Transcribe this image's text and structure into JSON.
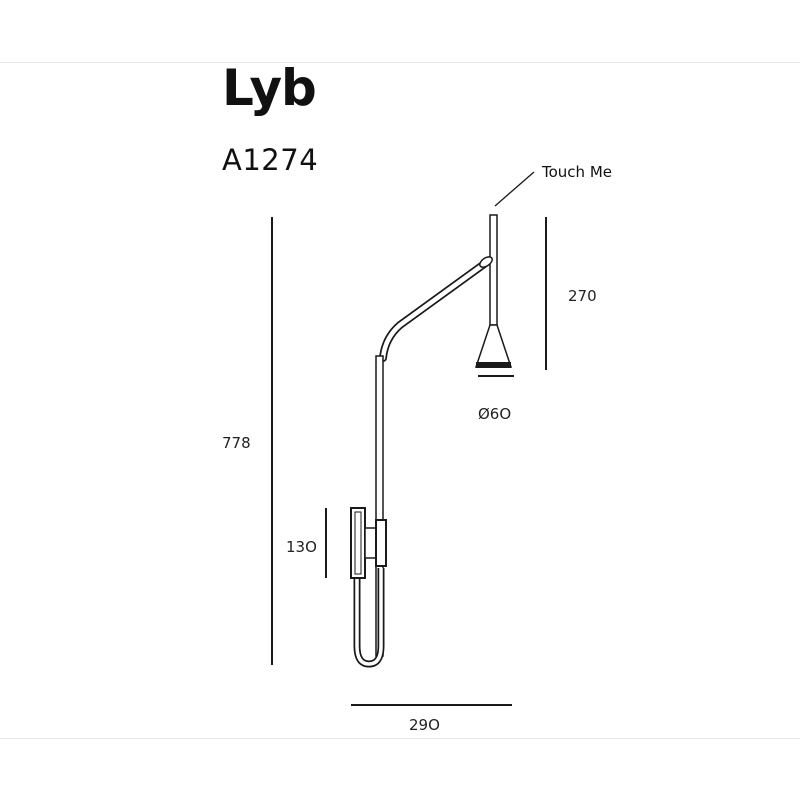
{
  "product": {
    "name": "Lyb",
    "code": "A1274"
  },
  "callout": {
    "label": "Touch Me"
  },
  "dimensions": {
    "total_height": "778",
    "shade_height": "270",
    "shade_diameter": "Ø6O",
    "base_height": "13O",
    "width": "29O"
  },
  "colors": {
    "line": "#1a1a1a",
    "divider": "#e6e6e6",
    "background": "#ffffff"
  }
}
